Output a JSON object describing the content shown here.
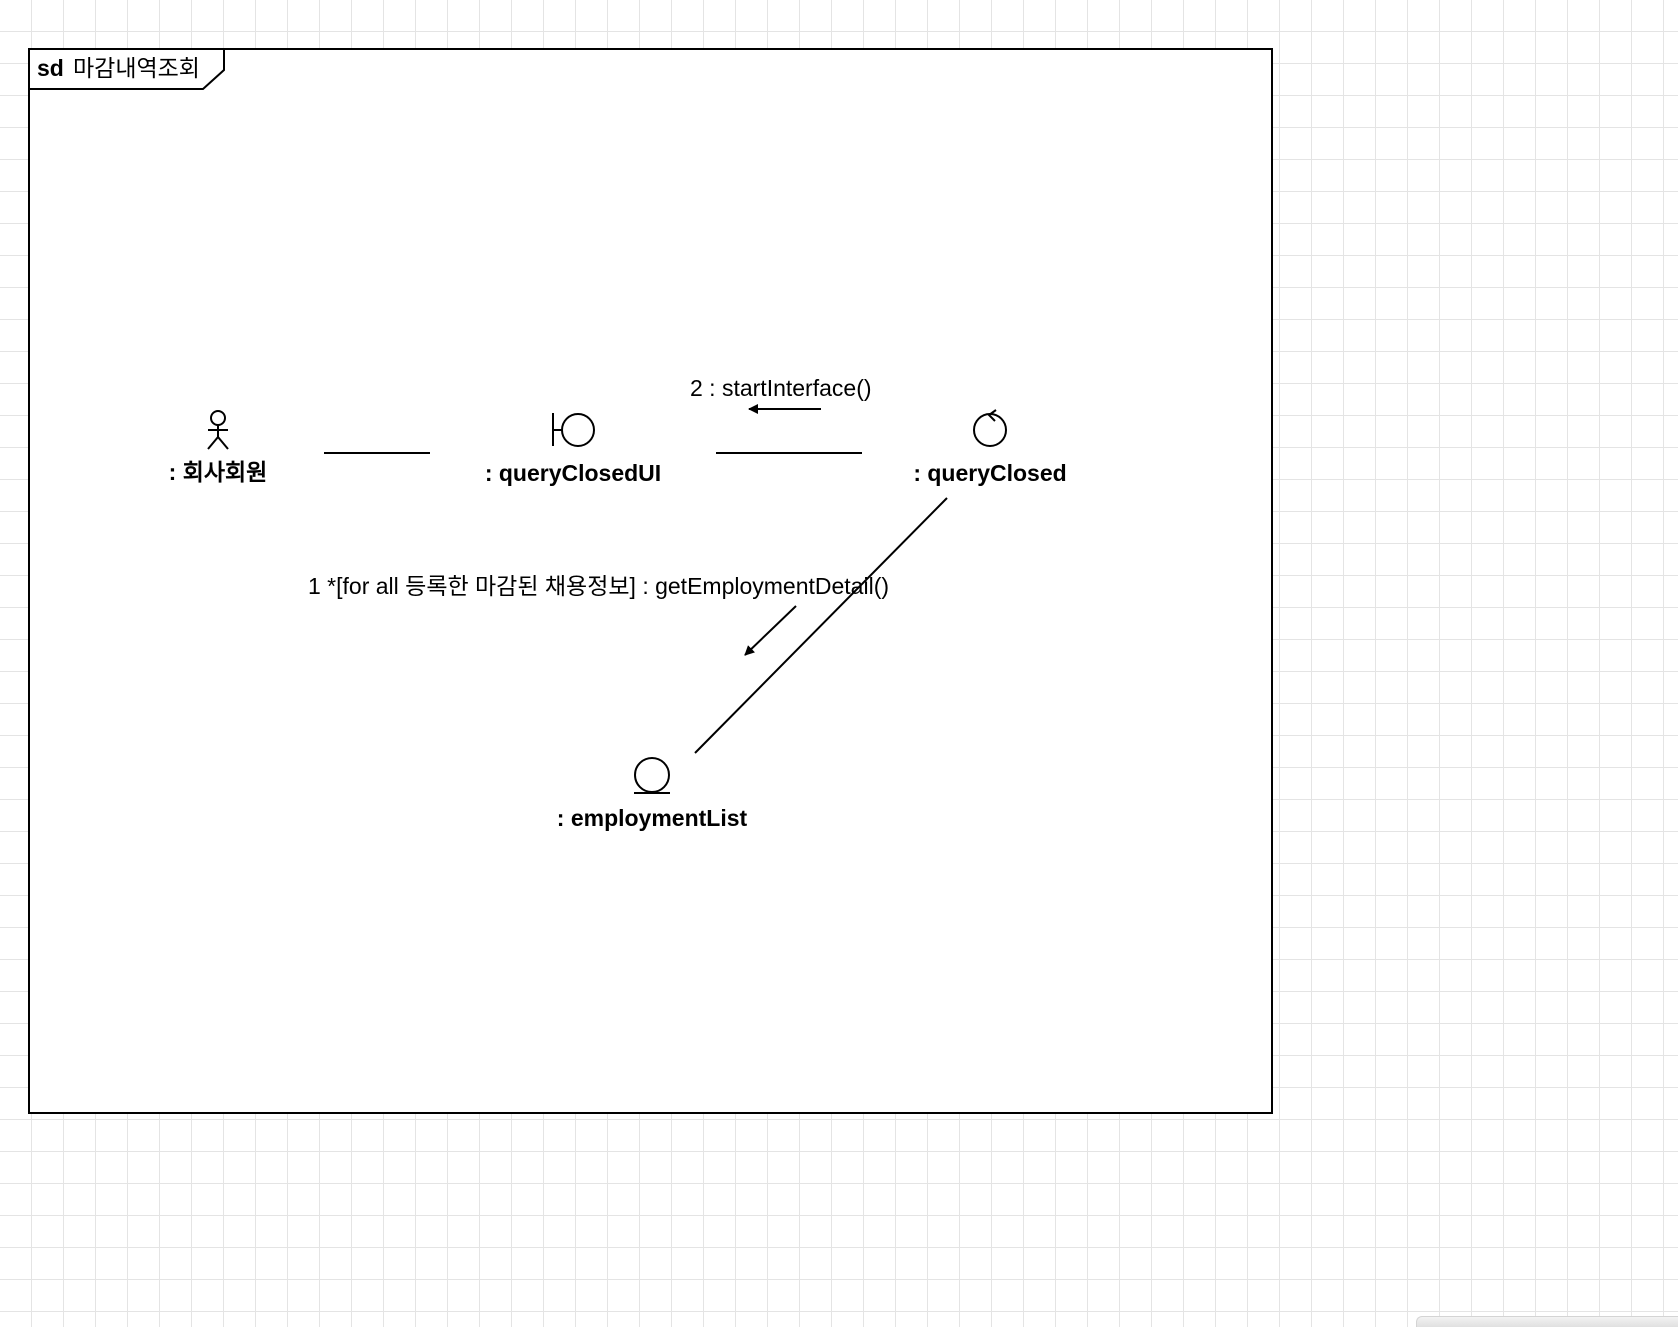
{
  "diagram": {
    "frame": {
      "keyword": "sd",
      "name": "마감내역조회"
    },
    "objects": [
      {
        "id": "member",
        "kind": "actor",
        "label": ": 회사회원",
        "icon": "actor-icon"
      },
      {
        "id": "ui",
        "kind": "boundary",
        "label": ": queryClosedUI",
        "icon": "boundary-icon"
      },
      {
        "id": "ctrl",
        "kind": "control",
        "label": ": queryClosed",
        "icon": "control-icon"
      },
      {
        "id": "list",
        "kind": "entity",
        "label": ": employmentList",
        "icon": "entity-icon"
      }
    ],
    "links": [
      {
        "from": "member",
        "to": "ui"
      },
      {
        "from": "ui",
        "to": "ctrl"
      },
      {
        "from": "ctrl",
        "to": "list"
      }
    ],
    "messages": [
      {
        "from": "ctrl",
        "to": "ui",
        "label": "2 : startInterface()"
      },
      {
        "from": "ctrl",
        "to": "list",
        "label": "1 *[for all 등록한 마감된 채용정보] : getEmploymentDetail()"
      }
    ]
  }
}
